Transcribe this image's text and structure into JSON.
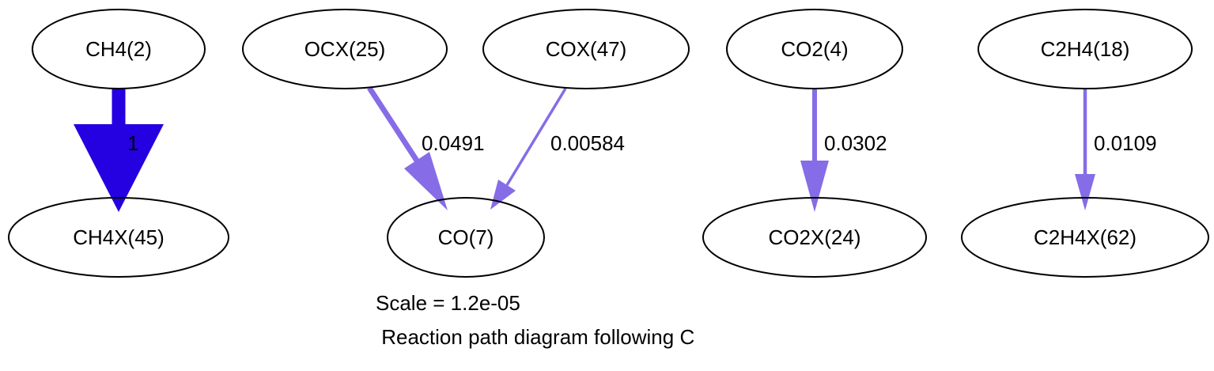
{
  "nodes": {
    "ch4": "CH4(2)",
    "ocx": "OCX(25)",
    "cox": "COX(47)",
    "co2": "CO2(4)",
    "c2h4": "C2H4(18)",
    "ch4x": "CH4X(45)",
    "co": "CO(7)",
    "co2x": "CO2X(24)",
    "c2h4x": "C2H4X(62)"
  },
  "edges": {
    "ch4_to_ch4x": {
      "label": "1",
      "color": "#2500e0"
    },
    "ocx_to_co": {
      "label": "0.0491",
      "color": "#866ce6"
    },
    "cox_to_co": {
      "label": "0.00584",
      "color": "#866ce6"
    },
    "co2_to_co2x": {
      "label": "0.0302",
      "color": "#866ce6"
    },
    "c2h4_to_c2h4x": {
      "label": "0.0109",
      "color": "#866ce6"
    }
  },
  "caption": {
    "scale": "Scale = 1.2e-05",
    "title": " Reaction path diagram following C"
  }
}
